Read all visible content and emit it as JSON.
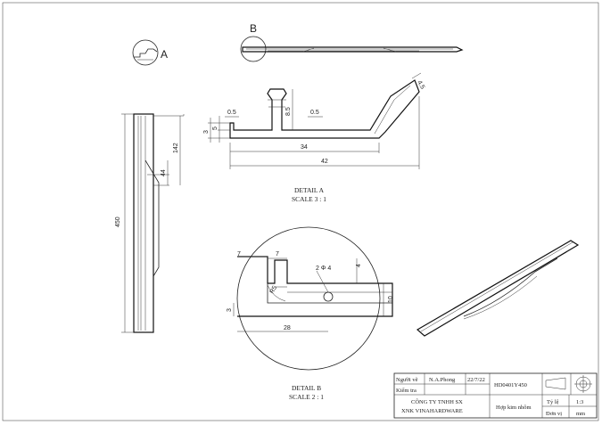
{
  "views": {
    "section_a_marker": "A",
    "section_b_marker": "B"
  },
  "detail_a": {
    "title": "DETAIL A",
    "scale": "SCALE 3 : 1",
    "dims": {
      "gap_left": "0.5",
      "gap_right": "0.5",
      "rib_height": "8.5",
      "base_thk": "3",
      "lip": "5",
      "inner_len": "34",
      "overall_len": "42",
      "tip": "4.5"
    }
  },
  "detail_b": {
    "title": "DETAIL B",
    "scale": "SCALE 2 : 1",
    "dims": {
      "outer_7": "7",
      "inner_7": "7",
      "hole": "2 Φ 4",
      "depth_4": "4",
      "height_10": "10",
      "thk_3": "3",
      "len_28": "28",
      "radius": "R5"
    }
  },
  "side_view": {
    "length": "450",
    "upper": "142",
    "lower": "44"
  },
  "title_block": {
    "drawn_by_label": "Người vẽ",
    "drawn_by": "N.A.Phong",
    "date": "22/7/22",
    "checked_label": "Kiểm tra",
    "part_code": "HD0401Y450",
    "company_line1": "CÔNG TY TNHH SX",
    "company_line2": "XNK VINAHARDWARE",
    "material": "Hợp kim nhôm",
    "scale_label": "Tỷ lệ",
    "scale_value": "1:3",
    "unit_label": "Đơn vị",
    "unit_value": "mm"
  }
}
